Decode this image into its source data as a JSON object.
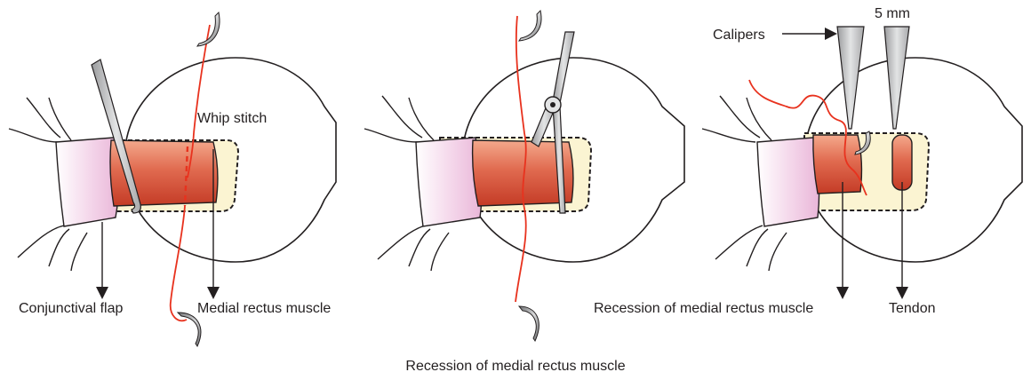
{
  "labels": {
    "whip_stitch": "Whip stitch",
    "conjunctival_flap": "Conjunctival flap",
    "medial_rectus_muscle": "Medial rectus muscle",
    "calipers": "Calipers",
    "measurement": "5 mm",
    "recession_label": "Recession of medial rectus muscle",
    "tendon": "Tendon"
  },
  "caption": "Recession of medial rectus muscle",
  "colors": {
    "suture": "#e8321e",
    "muscle_dark": "#c8442f",
    "muscle_light": "#f6b49b",
    "flap_pink": "#f0c8e2",
    "sclera_yellow": "#fbf4d2",
    "outline": "#231f20",
    "instrument": "#c9cacc"
  },
  "icons": [
    "needle-icon",
    "scissors-icon",
    "caliper-icon",
    "forceps-icon"
  ]
}
